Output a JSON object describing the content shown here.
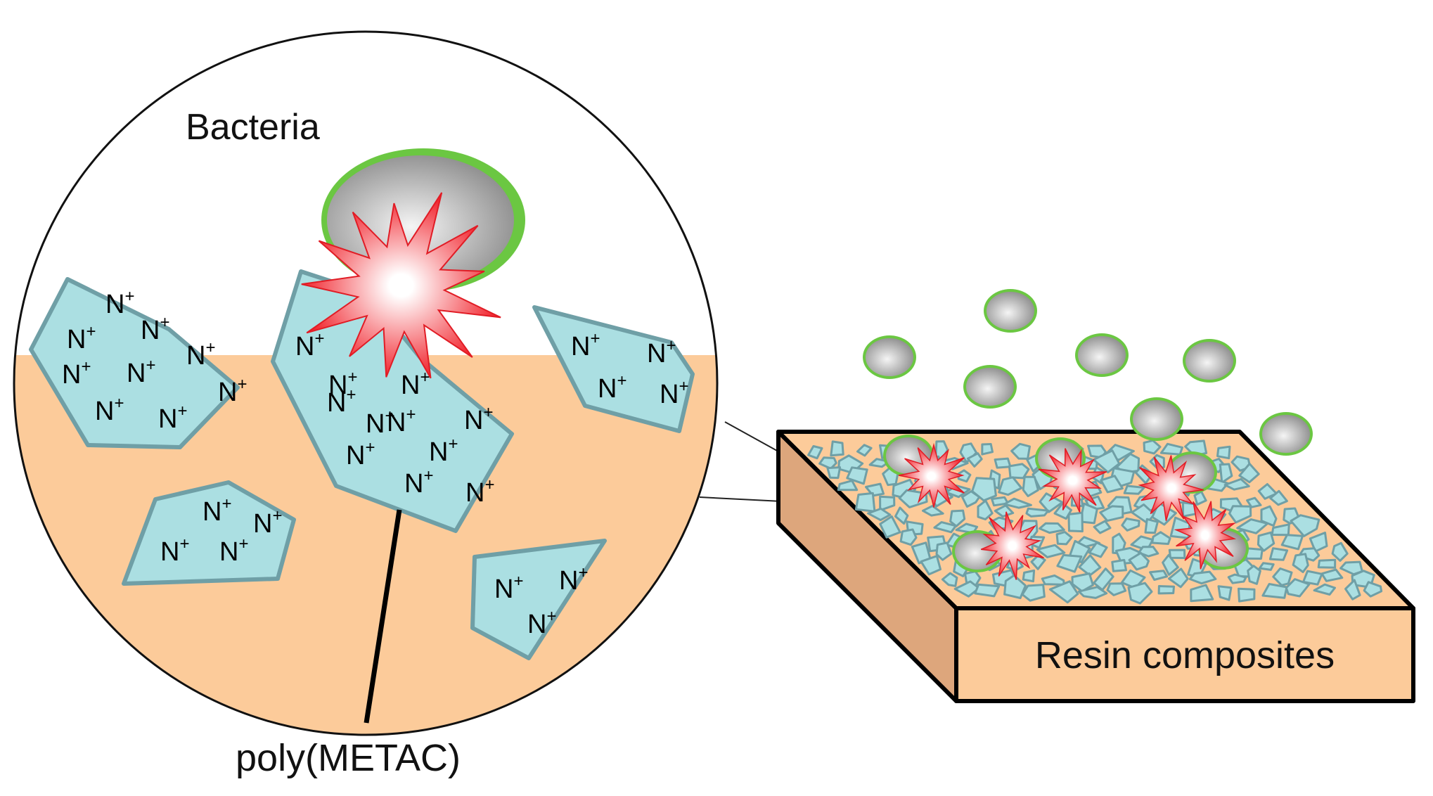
{
  "labels": {
    "bacteria": "Bacteria",
    "polymer": "poly(METAC)",
    "resin": "Resin composites"
  },
  "ion": {
    "base": "N",
    "charge": "+"
  },
  "colors": {
    "resin_fill": "#FCCB9A",
    "resin_side": "#DDA67C",
    "particle_fill": "#ABDFE2",
    "particle_stroke": "#6F9FA6",
    "bacteria_membrane": "#6BC742",
    "bacteria_core_light": "#F5F5F5",
    "bacteria_core_dark": "#8C8C8C",
    "burst_core": "#FFFFFF",
    "burst_edge": "#F1242D",
    "outline": "#000000"
  }
}
